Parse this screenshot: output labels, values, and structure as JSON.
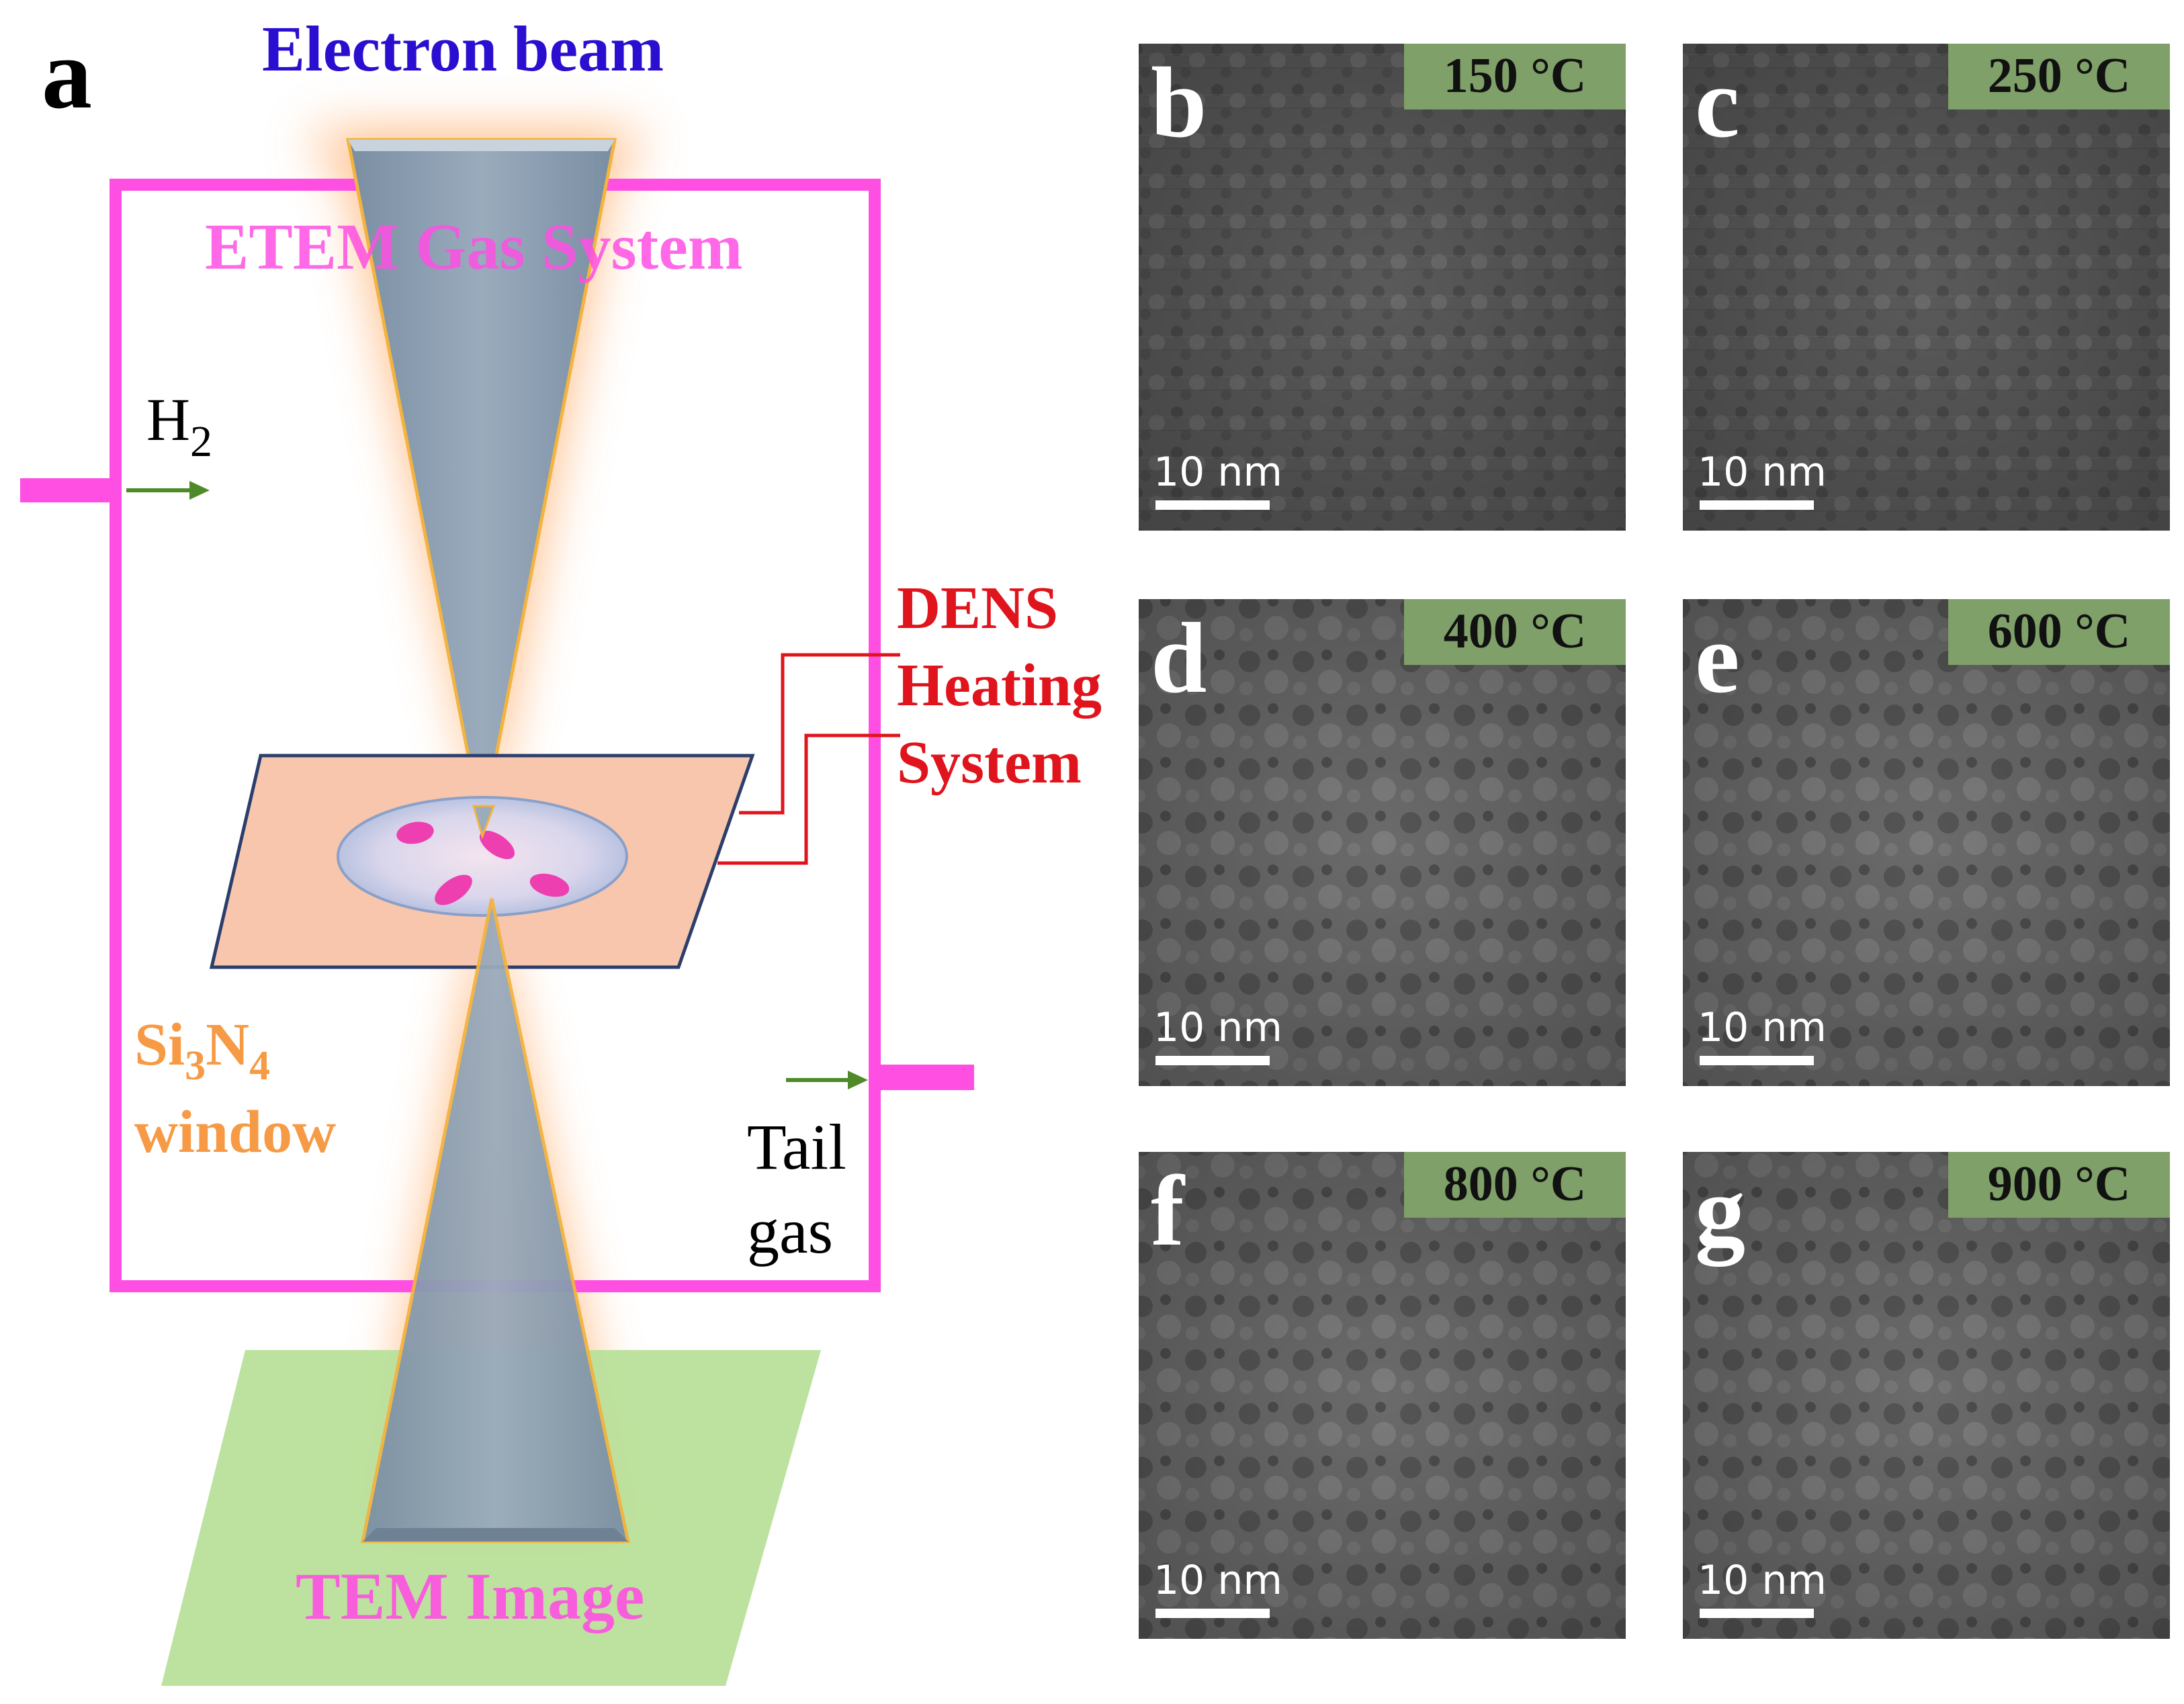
{
  "figure": {
    "panel_a": {
      "letter": "a",
      "electron_beam_label": "Electron beam",
      "gas_system_label": "ETEM Gas System",
      "h2_label": {
        "main": "H",
        "sub": "2"
      },
      "dens_label": [
        "DENS",
        "Heating",
        "System"
      ],
      "window_label": {
        "si": "Si",
        "sub3": "3",
        "n": "N",
        "sub4": "4",
        "line2": "window"
      },
      "tail_gas_label": [
        "Tail",
        "gas"
      ],
      "tem_image_label": "TEM Image"
    },
    "micrographs": [
      {
        "letter": "b",
        "temperature": "150 °C",
        "scale_bar": "10 nm"
      },
      {
        "letter": "c",
        "temperature": "250 °C",
        "scale_bar": "10 nm"
      },
      {
        "letter": "d",
        "temperature": "400 °C",
        "scale_bar": "10 nm"
      },
      {
        "letter": "e",
        "temperature": "600 °C",
        "scale_bar": "10 nm"
      },
      {
        "letter": "f",
        "temperature": "800 °C",
        "scale_bar": "10 nm"
      },
      {
        "letter": "g",
        "temperature": "900 °C",
        "scale_bar": "10 nm"
      }
    ],
    "colors": {
      "beam_label": "#2a0fd0",
      "gas_system": "#ff4fe3",
      "dens": "#e0141c",
      "window": "#f79a45",
      "arrow": "#4f8a2a",
      "tem_plane": "#b9e09a",
      "temp_badge": "#7fa068",
      "beam_fill": "#8d9fb2",
      "sample_plane": "#f8c6ad"
    }
  }
}
